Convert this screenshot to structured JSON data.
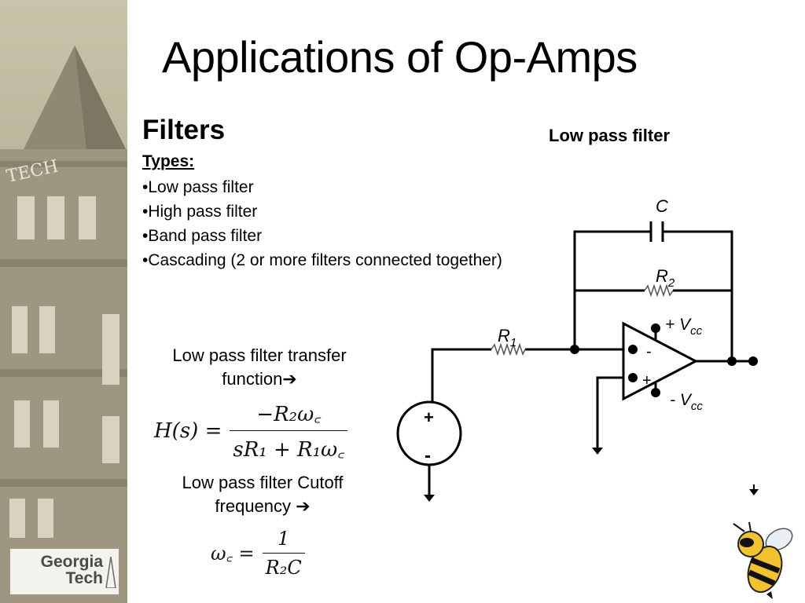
{
  "slide": {
    "title": "Applications of Op-Amps",
    "heading": "Filters",
    "types_label": "Types:",
    "types": [
      "•Low pass filter",
      "•High pass filter",
      "•Band pass filter",
      "•Cascading (2 or more filters connected together)"
    ],
    "diagram_title": "Low pass filter",
    "transfer_caption": "Low pass filter transfer function➔",
    "cutoff_caption": "Low pass filter Cutoff frequency ➔",
    "transfer_eq": {
      "lhs": "H(s) =",
      "numerator": "−R₂ω꜀",
      "denominator": "sR₁ + R₁ω꜀"
    },
    "cutoff_eq": {
      "lhs": "ω꜀ =",
      "numerator": "1",
      "denominator": "R₂C"
    }
  },
  "circuit": {
    "capacitor_label": "C",
    "r2_label": "R",
    "r2_sub": "2",
    "r1_label": "R",
    "r1_sub": "1",
    "vcc_pos_label": "+ V",
    "vcc_neg_label": "- V",
    "vcc_sub": "cc",
    "inverting_sign": "-",
    "noninverting_sign": "+",
    "source_plus": "+",
    "source_minus": "-"
  },
  "logo": {
    "line1": "Georgia",
    "line2": "Tech"
  },
  "colors": {
    "photo_tone": "#b8b198",
    "bee_yellow": "#f2c32e"
  }
}
